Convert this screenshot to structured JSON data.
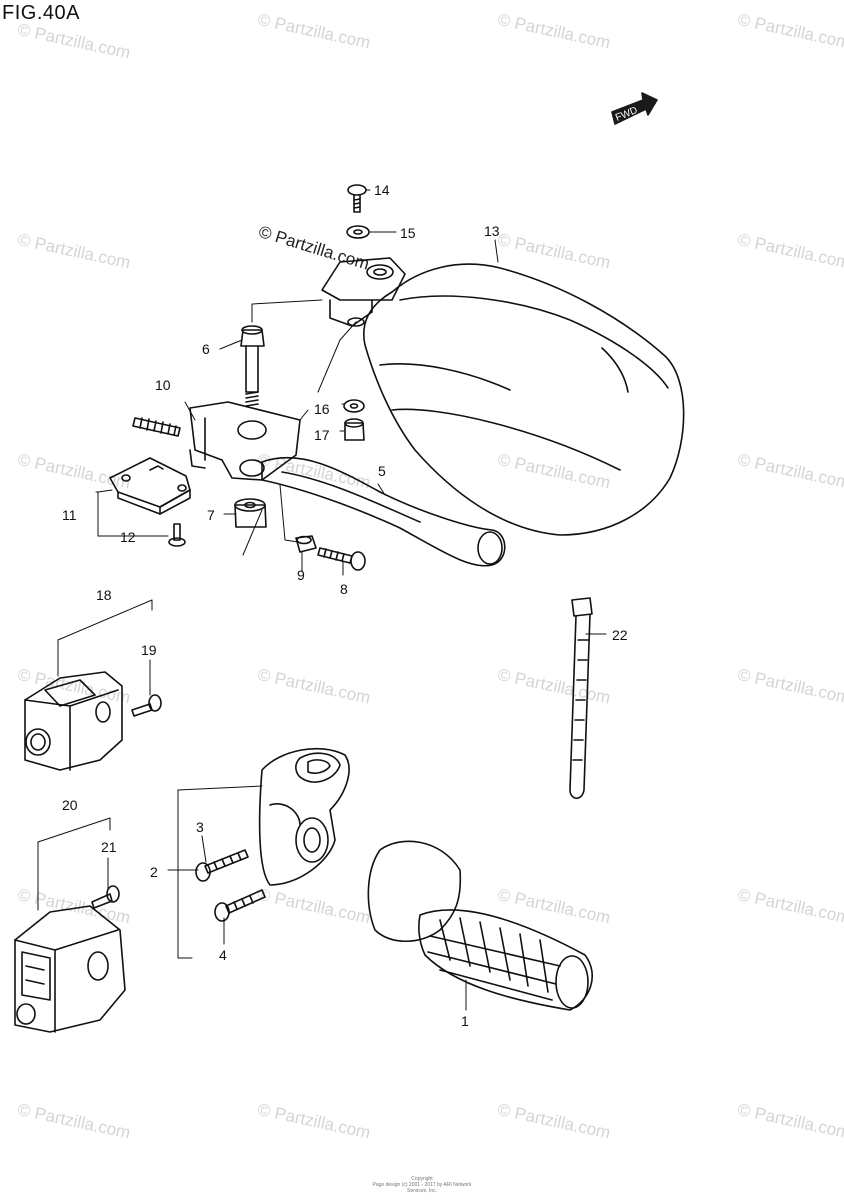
{
  "figure": {
    "title": "FIG.40A"
  },
  "fwd_arrow": {
    "label": "FWD"
  },
  "parts": [
    {
      "id": "1"
    },
    {
      "id": "2"
    },
    {
      "id": "3"
    },
    {
      "id": "4"
    },
    {
      "id": "5"
    },
    {
      "id": "6"
    },
    {
      "id": "7"
    },
    {
      "id": "8"
    },
    {
      "id": "9"
    },
    {
      "id": "10"
    },
    {
      "id": "11"
    },
    {
      "id": "12"
    },
    {
      "id": "13"
    },
    {
      "id": "14"
    },
    {
      "id": "15"
    },
    {
      "id": "16"
    },
    {
      "id": "17"
    },
    {
      "id": "18"
    },
    {
      "id": "19"
    },
    {
      "id": "20"
    },
    {
      "id": "21"
    },
    {
      "id": "22"
    }
  ],
  "watermark": {
    "text": "© Partzilla.com"
  },
  "footer": {
    "line1": "Copyright",
    "line2": "Page design (c) 2001 - 2017 by ARI Network Services, Inc."
  }
}
